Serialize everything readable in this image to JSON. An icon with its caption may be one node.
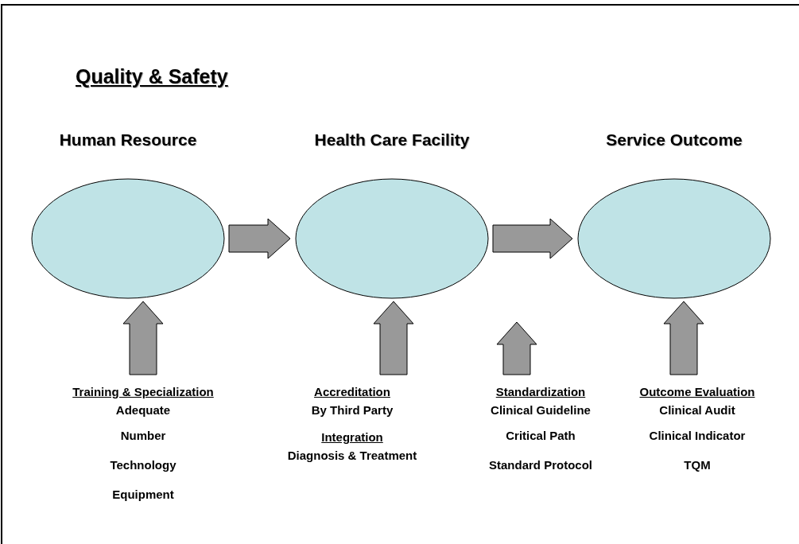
{
  "diagram": {
    "title": "Quality & Safety",
    "nodes": [
      {
        "text": [
          "Human Resource"
        ]
      },
      {
        "text": [
          "Health Care Facility"
        ]
      },
      {
        "text": [
          "Service Outcome"
        ]
      },
      {
        "text": [
          "Training & Specialization",
          "Adequate",
          "Number",
          "Technology",
          "Equipment"
        ]
      },
      {
        "text": [
          "Accreditation",
          "By Third Party"
        ]
      },
      {
        "text": [
          "Integration",
          "Diagnosis & Treatment"
        ]
      },
      {
        "text": [
          "Standardization",
          "Clinical Guideline",
          "Critical Path",
          "Standard Protocol"
        ]
      },
      {
        "text": [
          "Outcome Evaluation",
          "Clinical Audit",
          "Clinical Indicator",
          "TQM"
        ]
      }
    ],
    "edges": [
      {
        "from": 0,
        "to": 1,
        "arrow": "to"
      },
      {
        "from": 1,
        "to": 2,
        "arrow": "to"
      },
      {
        "from": 3,
        "to": 0,
        "arrow": "to"
      },
      {
        "from": 4,
        "to": 1,
        "arrow": "to"
      },
      {
        "from": 6,
        "to": null,
        "arrow": "to"
      },
      {
        "from": 7,
        "to": 2,
        "arrow": "to"
      }
    ]
  }
}
